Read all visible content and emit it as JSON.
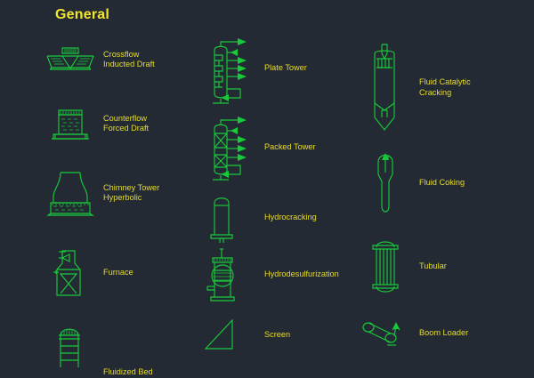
{
  "header": {
    "title": "General"
  },
  "palette": {
    "background_color": "#242a33",
    "symbol_color": "#18c93a",
    "label_color": "#e6dc2c",
    "title_color": "#f2e62e"
  },
  "columns": [
    {
      "name": "column-1",
      "items": [
        {
          "icon": "crossflow-induced-draft-cooling-tower-icon",
          "label": "Crossflow\nInducted Draft"
        },
        {
          "icon": "counterflow-forced-draft-cooling-tower-icon",
          "label": "Counterflow\nForced Draft"
        },
        {
          "icon": "chimney-tower-hyperbolic-icon",
          "label": "Chimney Tower\nHyperbolic"
        },
        {
          "icon": "furnace-icon",
          "label": "Furnace"
        },
        {
          "icon": "fluidized-bed-reactor-icon",
          "label": "Fluidized Bed"
        }
      ]
    },
    {
      "name": "column-2",
      "items": [
        {
          "icon": "plate-tower-icon",
          "label": "Plate Tower"
        },
        {
          "icon": "packed-tower-icon",
          "label": "Packed Tower"
        },
        {
          "icon": "hydrocracking-vessel-icon",
          "label": "Hydrocracking"
        },
        {
          "icon": "hydrodesulfurization-vessel-icon",
          "label": "Hydrodesulfurization"
        },
        {
          "icon": "screen-icon",
          "label": "Screen"
        }
      ]
    },
    {
      "name": "column-3",
      "items": [
        {
          "icon": "fluid-catalytic-cracking-icon",
          "label": "Fluid Catalytic\nCracking"
        },
        {
          "icon": "fluid-coking-icon",
          "label": "Fluid Coking"
        },
        {
          "icon": "tubular-icon",
          "label": "Tubular"
        },
        {
          "icon": "boom-loader-icon",
          "label": "Boom Loader"
        }
      ]
    }
  ]
}
